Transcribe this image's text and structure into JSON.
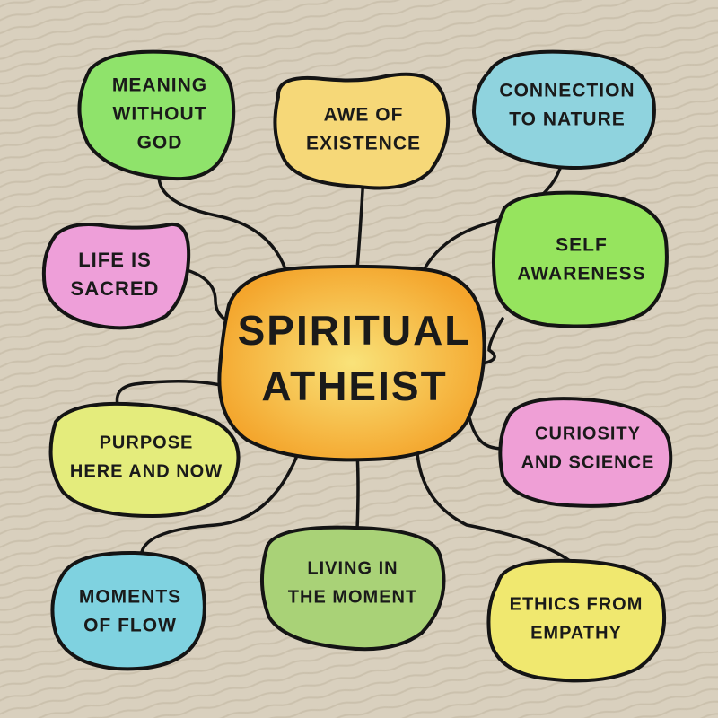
{
  "center": {
    "lines": [
      "SPIRITUAL",
      "ATHEIST"
    ],
    "color": "#f7b43a"
  },
  "nodes": [
    {
      "id": "meaning-without-god",
      "lines": [
        "MEANING",
        "WITHOUT",
        "GOD"
      ],
      "color": "#8fe36b"
    },
    {
      "id": "awe-of-existence",
      "lines": [
        "AWE OF",
        "EXISTENCE"
      ],
      "color": "#f6d878"
    },
    {
      "id": "connection-to-nature",
      "lines": [
        "CONNECTION",
        "TO NATURE"
      ],
      "color": "#8fd3de"
    },
    {
      "id": "life-is-sacred",
      "lines": [
        "LIFE IS",
        "SACRED"
      ],
      "color": "#ee9fd9"
    },
    {
      "id": "self-awareness",
      "lines": [
        "SELF",
        "AWARENESS"
      ],
      "color": "#96e45e"
    },
    {
      "id": "purpose-here-and-now",
      "lines": [
        "PURPOSE",
        "HERE AND NOW"
      ],
      "color": "#e4ec7c"
    },
    {
      "id": "curiosity-and-science",
      "lines": [
        "CURIOSITY",
        "AND SCIENCE"
      ],
      "color": "#ef9fd6"
    },
    {
      "id": "moments-of-flow",
      "lines": [
        "MOMENTS",
        "OF FLOW"
      ],
      "color": "#7fd2e0"
    },
    {
      "id": "living-in-the-moment",
      "lines": [
        "LIVING IN",
        "THE MOMENT"
      ],
      "color": "#a9d277"
    },
    {
      "id": "ethics-from-empathy",
      "lines": [
        "ETHICS FROM",
        "EMPATHY"
      ],
      "color": "#f0e86f"
    }
  ]
}
